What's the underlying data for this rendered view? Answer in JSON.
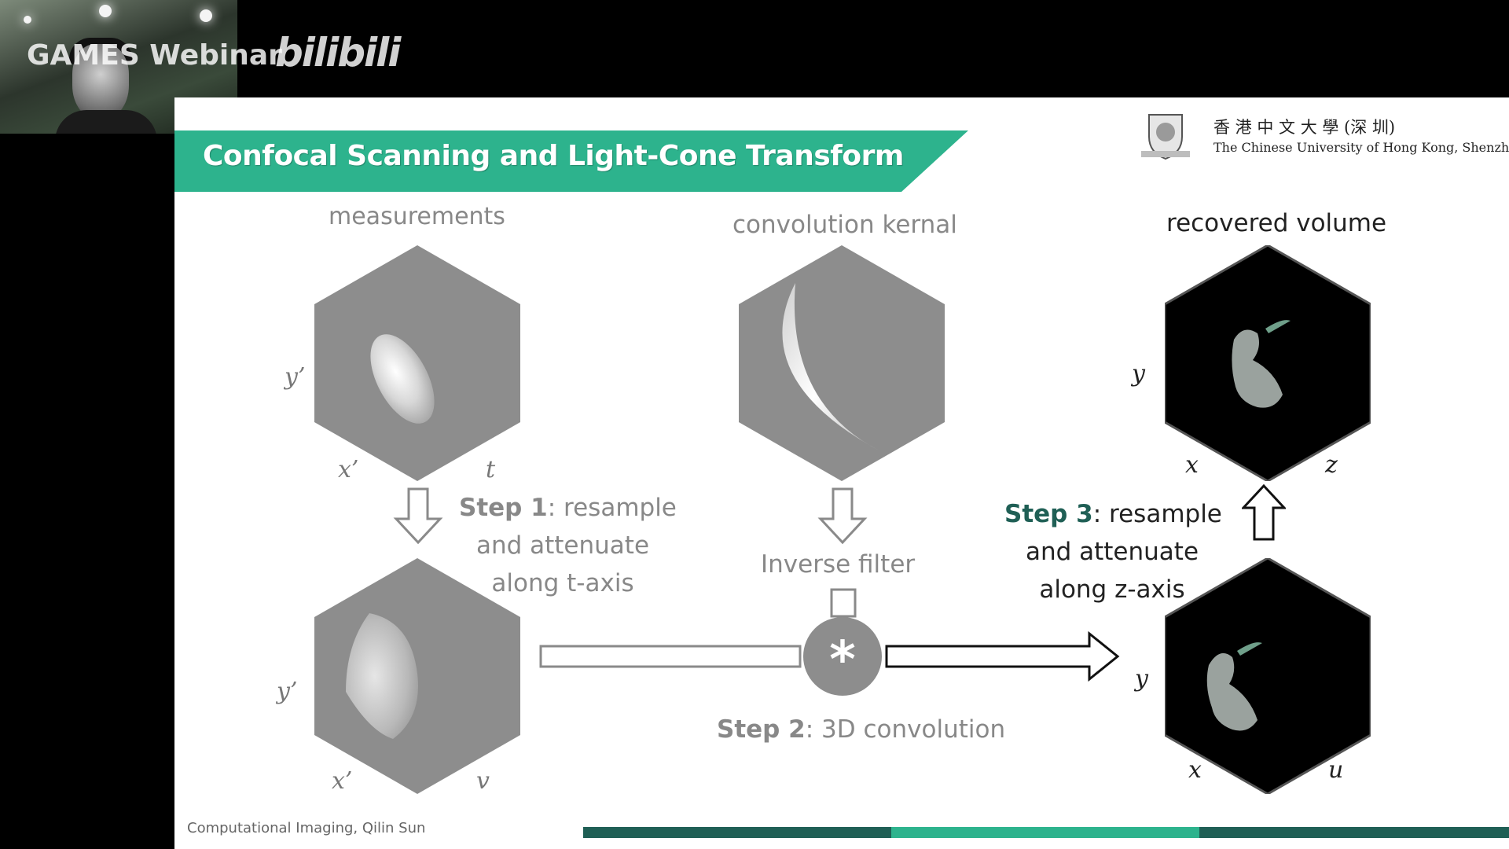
{
  "overlay": {
    "webinar_label": "GAMES Webinar",
    "platform_logo": "bilibili"
  },
  "slide": {
    "title": "Confocal Scanning and Light-Cone Transform",
    "university": {
      "name_cn": "香 港 中 文 大 學 (深 圳)",
      "name_en": "The Chinese University of Hong Kong, Shenzhen",
      "crest_icon": "university-crest-icon"
    },
    "panels": {
      "measurements": {
        "label": "measurements",
        "axes": {
          "y": "y’",
          "x": "x’",
          "z": "t"
        }
      },
      "kernel": {
        "label": "convolution kernal"
      },
      "recovered": {
        "label": "recovered volume",
        "axes": {
          "y": "y",
          "x": "x",
          "z": "z"
        }
      },
      "resampled_measurements": {
        "axes": {
          "y": "y’",
          "x": "x’",
          "z": "v"
        }
      },
      "resampled_volume": {
        "axes": {
          "y": "y",
          "x": "x",
          "z": "u"
        }
      }
    },
    "steps": {
      "step1": {
        "bold": "Step 1",
        "rest": ": resample",
        "line2": "and attenuate",
        "line3": "along t-axis"
      },
      "step2": {
        "bold": "Step 2",
        "rest": ": 3D convolution"
      },
      "step3": {
        "bold": "Step 3",
        "rest": ": resample",
        "line2": "and attenuate",
        "line3": "along z-axis"
      }
    },
    "inverse_filter_label": "Inverse filter",
    "convolution_symbol": "*",
    "footer": "Computational Imaging, Qilin Sun",
    "colors": {
      "accent": "#2db38d",
      "accent_dark": "#1f5f55",
      "hex_gray": "#8d8d8d",
      "label_gray": "#888888"
    }
  }
}
